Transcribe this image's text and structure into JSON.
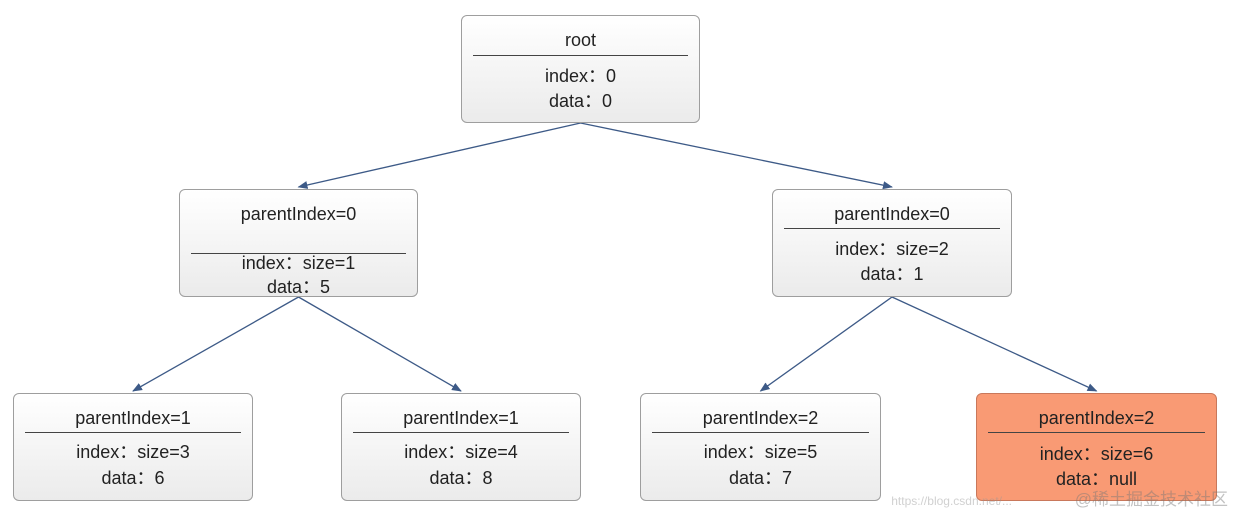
{
  "nodes": [
    {
      "id": "root",
      "title": "root",
      "line1": "index：0",
      "line2": "data：0",
      "highlighted": false
    },
    {
      "id": "n1",
      "title": "parentIndex=0",
      "line1": "index：size=1",
      "line2": "data：5",
      "highlighted": false
    },
    {
      "id": "n2",
      "title": "parentIndex=0",
      "line1": "index：size=2",
      "line2": "data：1",
      "highlighted": false
    },
    {
      "id": "n3",
      "title": "parentIndex=1",
      "line1": "index：size=3",
      "line2": "data：6",
      "highlighted": false
    },
    {
      "id": "n4",
      "title": "parentIndex=1",
      "line1": "index：size=4",
      "line2": "data：8",
      "highlighted": false
    },
    {
      "id": "n5",
      "title": "parentIndex=2",
      "line1": "index：size=5",
      "line2": "data：7",
      "highlighted": false
    },
    {
      "id": "n6",
      "title": "parentIndex=2",
      "line1": "index：size=6",
      "line2": "data：null",
      "highlighted": true
    }
  ],
  "edges": [
    {
      "from": "root",
      "to": "n1"
    },
    {
      "from": "root",
      "to": "n2"
    },
    {
      "from": "n1",
      "to": "n3"
    },
    {
      "from": "n1",
      "to": "n4"
    },
    {
      "from": "n2",
      "to": "n5"
    },
    {
      "from": "n2",
      "to": "n6"
    }
  ],
  "colors": {
    "edge": "#3d5a87",
    "highlight_fill": "#f99a74",
    "node_border": "#9e9e9e"
  },
  "watermark": {
    "text": "@稀土掘金技术社区",
    "url_text": "https://blog.csdn.net/..."
  }
}
